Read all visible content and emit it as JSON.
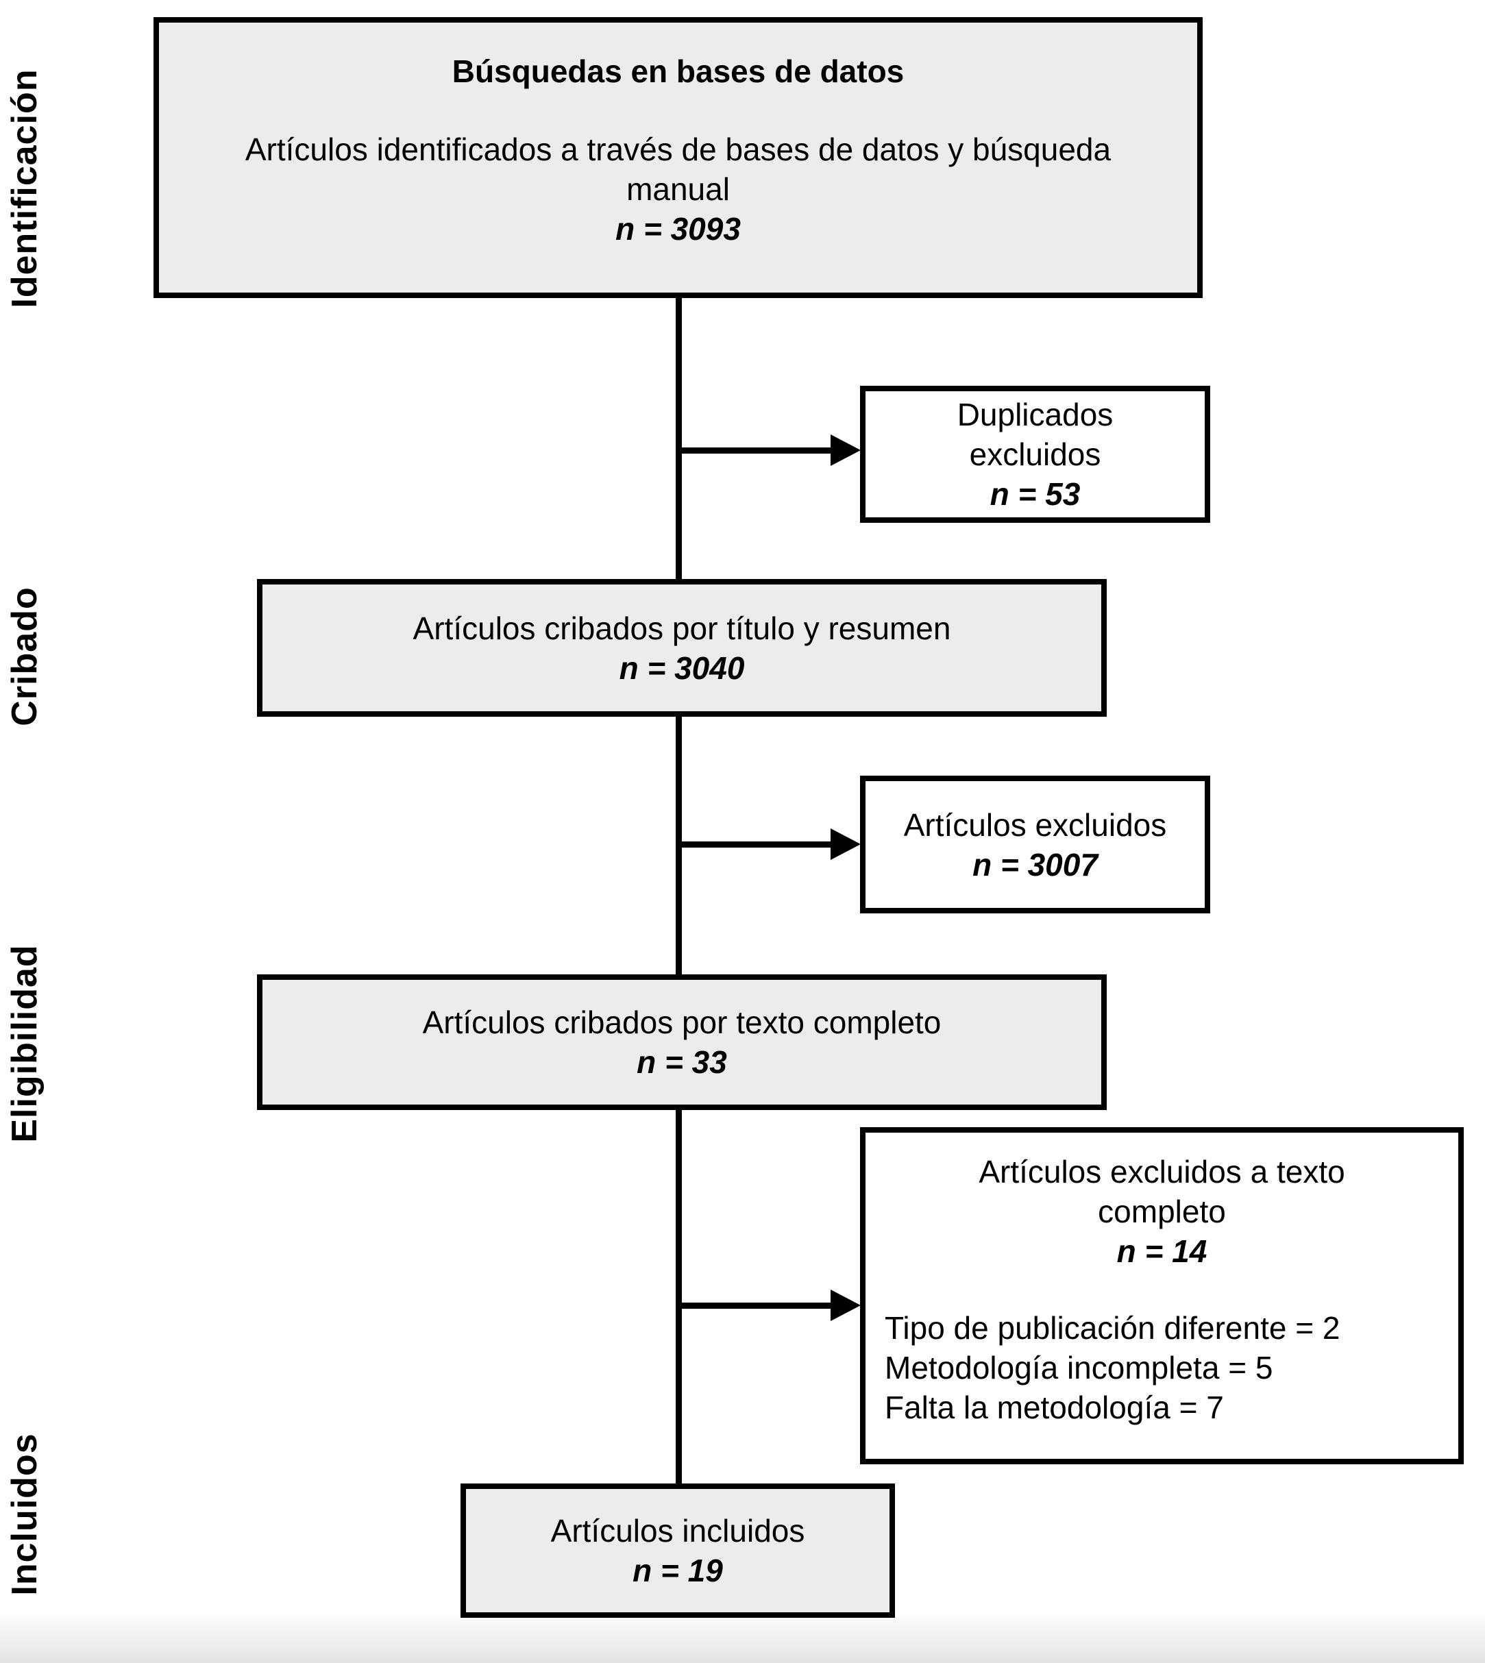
{
  "diagram": {
    "stage_labels": [
      "Identificación",
      "Cribado",
      "Eligibilidad",
      "Incluidos"
    ],
    "boxes": {
      "identification": {
        "title": "Búsquedas en bases de datos",
        "body": "Artículos identificados a través de bases de datos y búsqueda manual",
        "count": "n = 3093"
      },
      "duplicates_excluded": {
        "body": "Duplicados excluidos",
        "count": "n = 53"
      },
      "screened_title_abstract": {
        "body": "Artículos cribados por título y resumen",
        "count": "n = 3040"
      },
      "articles_excluded": {
        "body": "Artículos excluidos",
        "count": "n = 3007"
      },
      "screened_full_text": {
        "body": "Artículos cribados por texto completo",
        "count": "n = 33"
      },
      "excluded_full_text": {
        "title": "Artículos excluidos a texto completo",
        "count": "n = 14",
        "reasons": [
          "Tipo de publicación diferente = 2",
          "Metodología incompleta = 5",
          "Falta la metodología = 7"
        ]
      },
      "included": {
        "body": "Artículos incluidos",
        "count": "n = 19"
      }
    },
    "colors": {
      "box_fill": "#ececec",
      "box_border": "#000000",
      "background": "#ffffff"
    }
  }
}
